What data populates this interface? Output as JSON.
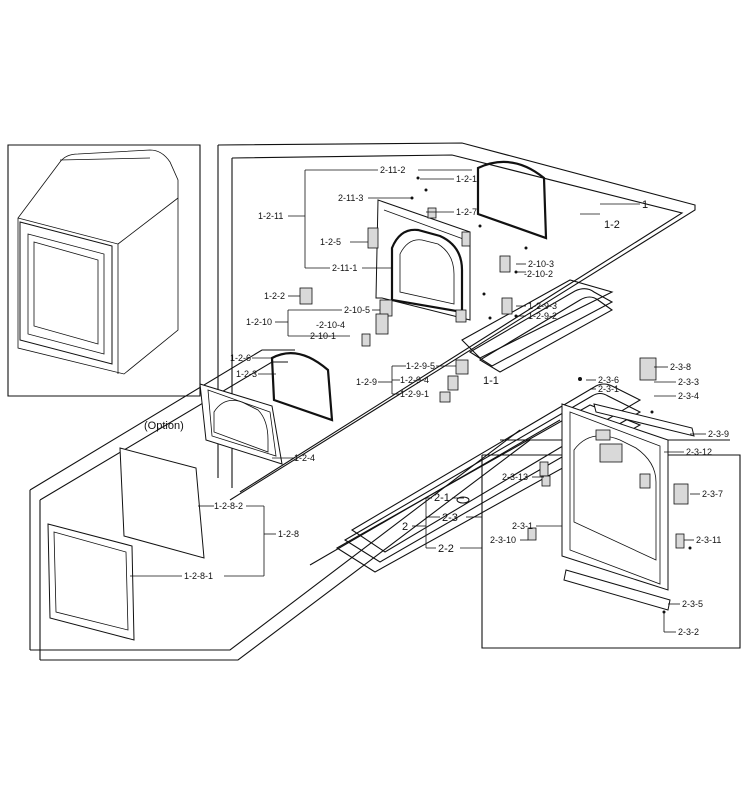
{
  "labels": {
    "top_right": {
      "l_2_11_2": "2-11-2",
      "l_1_2_1": "1-2-1",
      "l_2_11_3": "2-11-3",
      "l_1_2_11": "1-2-11",
      "l_1_2_7": "1-2-7",
      "l_1_2_5": "1-2-5",
      "l_2_11_1": "2-11-1",
      "l_1": "1",
      "l_1_2_top": "1-2",
      "l_2_10_3": "2-10-3",
      "l_2_10_2": "-2-10-2",
      "l_1_2_2": "1-2-2",
      "l_2_10_5": "2-10-5",
      "l_1_2_10": "1-2-10",
      "l_2_10_4": "-2-10-4",
      "l_2_10_1": "2-10-1",
      "l_1_2_9_3": "1-2-9-3",
      "l_1_2_9_2": "1-2-9-2",
      "l_1_2_9_5": "1-2-9-5",
      "l_1_2_9_4": "1-2-9-4",
      "l_1_2_9": "1-2-9",
      "l_1_2_9_1": "1-2-9-1",
      "l_1_1": "1-1"
    },
    "left_panel": {
      "l_1_2_6": "1-2-6",
      "l_1_2_3": "1-2-3",
      "option": "(Option)",
      "l_1_2_4": "1-2-4",
      "l_1_2_8_2": "1-2-8-2",
      "l_1_2_8": "1-2-8",
      "l_1_2_8_1": "1-2-8-1"
    },
    "right_panel": {
      "l_2_3_8": "2-3-8",
      "l_2_3_6": "2-3-6",
      "l_2_3_1": "2-3-1",
      "l_2_3_3": "2-3-3",
      "l_2_3_4": "2-3-4",
      "l_2_3_9": "2-3-9",
      "l_2_3_12": "2-3-12",
      "l_2_3_13": "2-3-13",
      "l_2_3_7": "2-3-7",
      "l_2_1": "2-1",
      "l_2": "2",
      "l_2_3": "2-3",
      "l_2_3_1b": "2-3-1",
      "l_2_2": "2-2",
      "l_2_3_10": "2-3-10",
      "l_2_3_11": "2-3-11",
      "l_2_3_5": "2-3-5",
      "l_2_3_2": "2-3-2"
    }
  }
}
